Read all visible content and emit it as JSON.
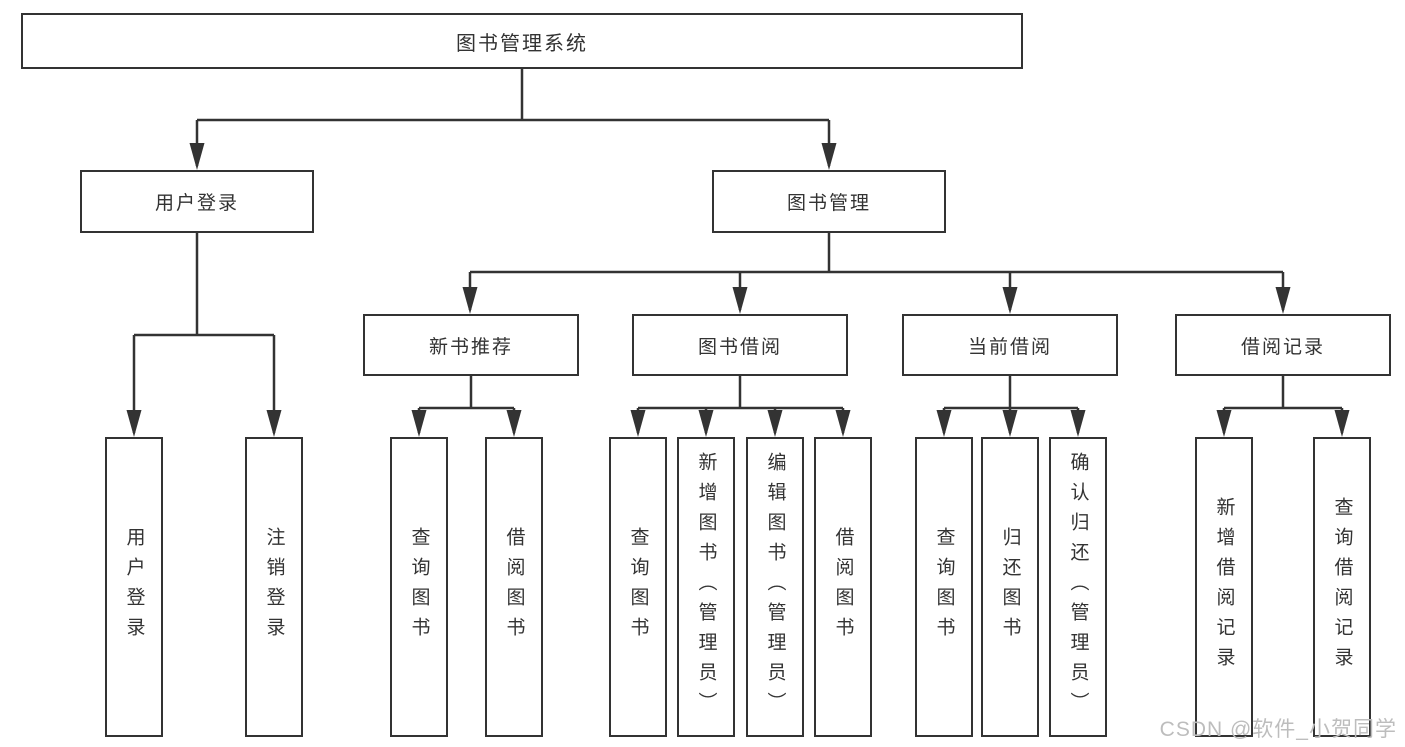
{
  "tree": {
    "root": {
      "label": "图书管理系统"
    },
    "branches": [
      {
        "label": "用户登录",
        "children": [
          {
            "label": "用户登录"
          },
          {
            "label": "注销登录"
          }
        ]
      },
      {
        "label": "图书管理",
        "children": [
          {
            "label": "新书推荐",
            "children": [
              {
                "label": "查询图书"
              },
              {
                "label": "借阅图书"
              }
            ]
          },
          {
            "label": "图书借阅",
            "children": [
              {
                "label": "查询图书"
              },
              {
                "label": "新增图书（管理员）"
              },
              {
                "label": "编辑图书（管理员）"
              },
              {
                "label": "借阅图书"
              }
            ]
          },
          {
            "label": "当前借阅",
            "children": [
              {
                "label": "查询图书"
              },
              {
                "label": "归还图书"
              },
              {
                "label": "确认归还（管理员）"
              }
            ]
          },
          {
            "label": "借阅记录",
            "children": [
              {
                "label": "新增借阅记录"
              },
              {
                "label": "查询借阅记录"
              }
            ]
          }
        ]
      }
    ]
  },
  "watermark": {
    "text": "CSDN @软件_小贺同学"
  },
  "colors": {
    "line": "#333333",
    "text": "#333333",
    "background": "#ffffff",
    "watermark": "#bdbdbd"
  }
}
